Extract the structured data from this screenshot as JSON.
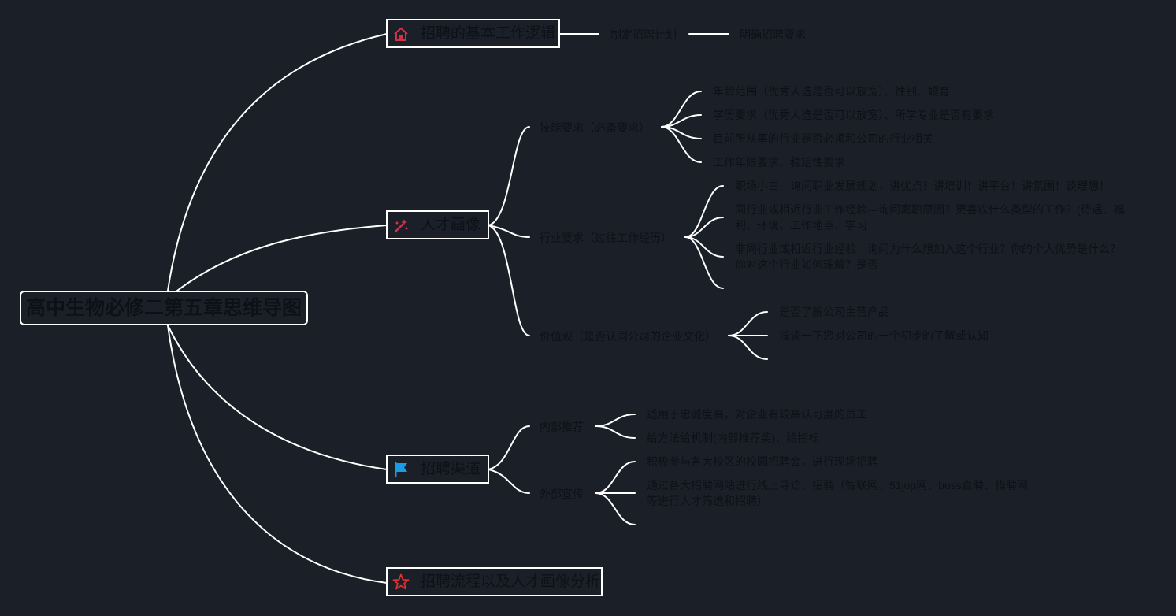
{
  "root": {
    "title": "高中生物必修二第五章思维导图"
  },
  "branches": [
    {
      "label": "招聘的基本工作逻辑",
      "icon": "home-icon",
      "children": [
        {
          "label": "制定招聘计划"
        },
        {
          "label": "明确招聘要求"
        }
      ]
    },
    {
      "label": "人才画像",
      "icon": "sparkle-wand-icon",
      "children": [
        {
          "label": "技能要求（必备要求）",
          "leaves": [
            "年龄范围（优秀人选是否可以放宽）、性别、婚育",
            "学历要求（优秀人选是否可以放宽）、所学专业是否有要求",
            "目前所从事的行业是否必须和公司的行业相关",
            "工作年限要求、稳定性要求"
          ]
        },
        {
          "label": "行业要求（过往工作经历）",
          "leaves": [
            "职场小白---询问职业发展规划，讲优点！讲培训！讲平台！讲氛围！谈理想！",
            "同行业或相近行业工作经验---询问离职原因？更喜欢什么类型的工作？(待遇、福利、环境、工作地点、学习",
            "非同行业或相近行业经验---询问为什么想加入这个行业？你的个人优势是什么？你对这个行业如何理解？是否",
            ""
          ]
        },
        {
          "label": "价值观（是否认同公司的企业文化）",
          "leaves": [
            "是否了解公司主营产品",
            "浅谈一下您对公司的一个初步的了解或认知",
            ""
          ]
        }
      ]
    },
    {
      "label": "招聘渠道",
      "icon": "flag-icon",
      "children": [
        {
          "label": "内部推荐",
          "leaves": [
            "适用于忠诚度高，对企业有较高认可度的员工",
            "给方法给机制(内部推荐奖)、给指标"
          ]
        },
        {
          "label": "外部宣传",
          "leaves": [
            "积极参与各大校区的校园招聘会，进行现场招聘",
            "通过各大招聘网站进行线上寻访、招聘（智联网、51jop网、boss直聘、猎聘网等进行人才筛选和招聘）",
            ""
          ]
        }
      ]
    },
    {
      "label": "招聘流程以及人才画像分析",
      "icon": "star-icon",
      "children": []
    }
  ],
  "colors": {
    "background": "#1b2028",
    "line": "#ffffff",
    "text": "#0d1117",
    "home_icon": "#d4304a",
    "wand_icon": "#d4304a",
    "flag_icon": "#1a9be8",
    "star_icon": "#e03030"
  }
}
